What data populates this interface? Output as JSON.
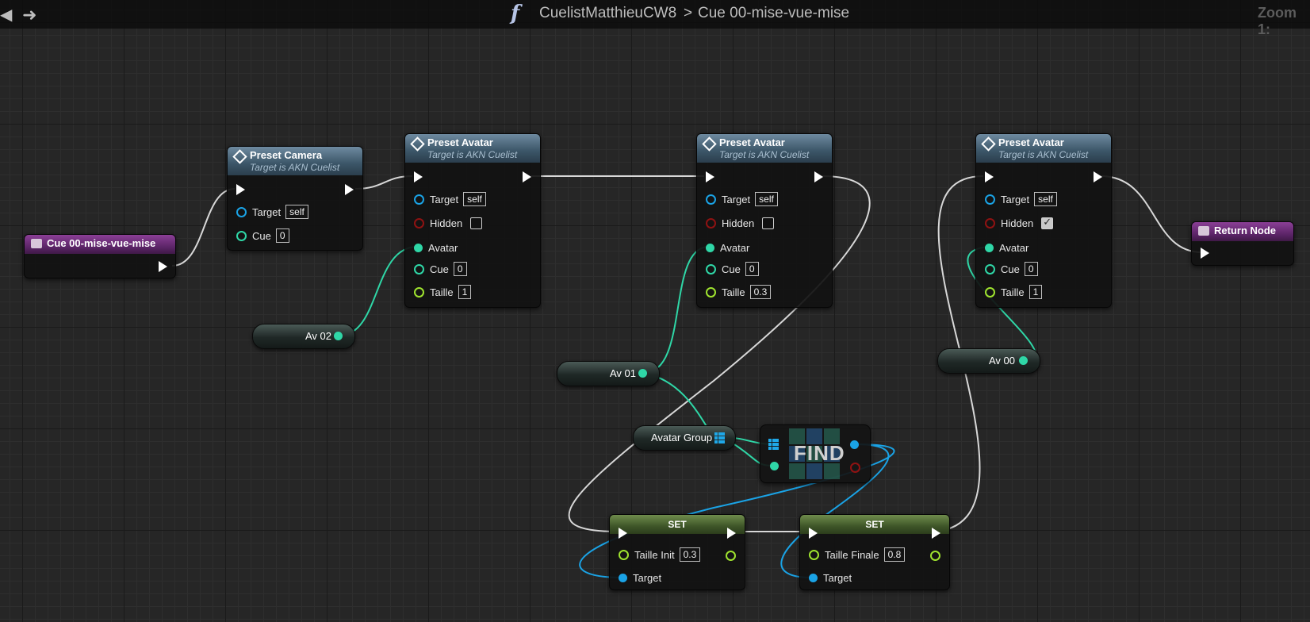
{
  "toolbar": {
    "back_icon": "left-arrow-icon",
    "forward_icon": "right-arrow-icon",
    "function_icon_glyph": "f",
    "breadcrumb_parent": "CuelistMatthieuCW8",
    "breadcrumb_separator": ">",
    "breadcrumb_current": "Cue 00-mise-vue-mise",
    "zoom_label": "Zoom 1:"
  },
  "colors": {
    "exec_pin": "#ffffff",
    "object_pin": "#1aa3e6",
    "bool_pin": "#8f1212",
    "struct_pin": "#2fd7a7",
    "int_pin": "#2fd7a7",
    "float_pin": "#9fe32f",
    "function_header": "#3b5567",
    "event_header": "#5b2467",
    "set_header": "#3e5528"
  },
  "nodes": {
    "event": {
      "title": "Cue 00-mise-vue-mise"
    },
    "preset_camera": {
      "title": "Preset Camera",
      "subtitle": "Target is AKN Cuelist",
      "target_label": "Target",
      "target_value": "self",
      "cue_label": "Cue",
      "cue_value": "0"
    },
    "preset_avatar_1": {
      "title": "Preset Avatar",
      "subtitle": "Target is AKN Cuelist",
      "target_label": "Target",
      "target_value": "self",
      "hidden_label": "Hidden",
      "hidden_checked": false,
      "avatar_label": "Avatar",
      "cue_label": "Cue",
      "cue_value": "0",
      "taille_label": "Taille",
      "taille_value": "1"
    },
    "preset_avatar_2": {
      "title": "Preset Avatar",
      "subtitle": "Target is AKN Cuelist",
      "target_label": "Target",
      "target_value": "self",
      "hidden_label": "Hidden",
      "hidden_checked": false,
      "avatar_label": "Avatar",
      "cue_label": "Cue",
      "cue_value": "0",
      "taille_label": "Taille",
      "taille_value": "0.3"
    },
    "preset_avatar_3": {
      "title": "Preset Avatar",
      "subtitle": "Target is AKN Cuelist",
      "target_label": "Target",
      "target_value": "self",
      "hidden_label": "Hidden",
      "hidden_checked": true,
      "avatar_label": "Avatar",
      "cue_label": "Cue",
      "cue_value": "0",
      "taille_label": "Taille",
      "taille_value": "1"
    },
    "return_node": {
      "title": "Return Node"
    },
    "var_av02": {
      "label": "Av 02"
    },
    "var_av01": {
      "label": "Av 01"
    },
    "var_av00": {
      "label": "Av 00"
    },
    "var_avatar_group": {
      "label": "Avatar Group"
    },
    "find": {
      "label": "FIND"
    },
    "set_1": {
      "title": "SET",
      "field_label": "Taille Init",
      "field_value": "0.3",
      "target_label": "Target"
    },
    "set_2": {
      "title": "SET",
      "field_label": "Taille Finale",
      "field_value": "0.8",
      "target_label": "Target"
    }
  }
}
